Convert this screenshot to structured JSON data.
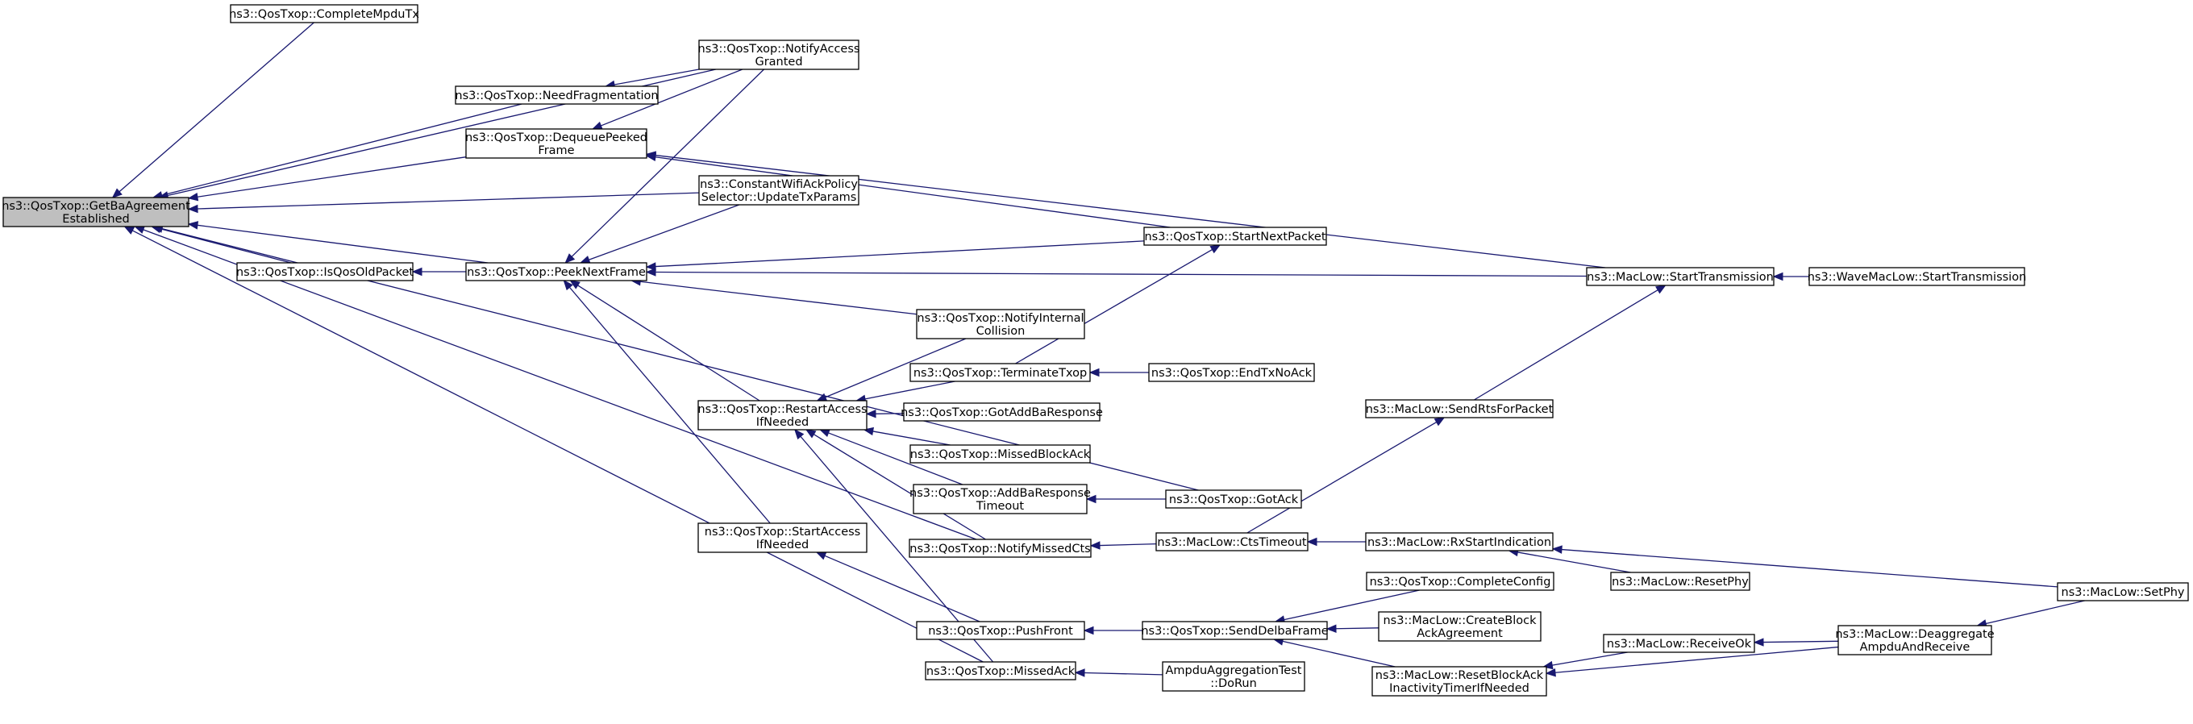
{
  "graph": {
    "title": "",
    "colors": {
      "node_fill": "#ffffff",
      "root_fill": "#bfbfbf",
      "edge": "#191970",
      "text": "#000000"
    },
    "nodes": [
      {
        "id": "getba",
        "lines": [
          "ns3::QosTxop::GetBaAgreement",
          "Established"
        ],
        "root": true
      },
      {
        "id": "completempdutx",
        "lines": [
          "ns3::QosTxop::CompleteMpduTx"
        ]
      },
      {
        "id": "notifyaccess",
        "lines": [
          "ns3::QosTxop::NotifyAccess",
          "Granted"
        ]
      },
      {
        "id": "needfrag",
        "lines": [
          "ns3::QosTxop::NeedFragmentation"
        ]
      },
      {
        "id": "dequeuepeeked",
        "lines": [
          "ns3::QosTxop::DequeuePeeked",
          "Frame"
        ]
      },
      {
        "id": "constantwifi",
        "lines": [
          "ns3::ConstantWifiAckPolicy",
          "Selector::UpdateTxParams"
        ]
      },
      {
        "id": "isqosold",
        "lines": [
          "ns3::QosTxop::IsQosOldPacket"
        ]
      },
      {
        "id": "peeknext",
        "lines": [
          "ns3::QosTxop::PeekNextFrame"
        ]
      },
      {
        "id": "startnextpacket",
        "lines": [
          "ns3::QosTxop::StartNextPacket"
        ]
      },
      {
        "id": "starttransmission",
        "lines": [
          "ns3::MacLow::StartTransmission"
        ]
      },
      {
        "id": "wavestarttx",
        "lines": [
          "ns3::WaveMacLow::StartTransmission"
        ]
      },
      {
        "id": "notifyinternal",
        "lines": [
          "ns3::QosTxop::NotifyInternal",
          "Collision"
        ]
      },
      {
        "id": "terminatetxop",
        "lines": [
          "ns3::QosTxop::TerminateTxop"
        ]
      },
      {
        "id": "endtxnoack",
        "lines": [
          "ns3::QosTxop::EndTxNoAck"
        ]
      },
      {
        "id": "restartaccess",
        "lines": [
          "ns3::QosTxop::RestartAccess",
          "IfNeeded"
        ]
      },
      {
        "id": "gotaddba",
        "lines": [
          "ns3::QosTxop::GotAddBaResponse"
        ]
      },
      {
        "id": "missedblockack",
        "lines": [
          "ns3::QosTxop::MissedBlockAck"
        ]
      },
      {
        "id": "addbatimeout",
        "lines": [
          "ns3::QosTxop::AddBaResponse",
          "Timeout"
        ]
      },
      {
        "id": "sendrts",
        "lines": [
          "ns3::MacLow::SendRtsForPacket"
        ]
      },
      {
        "id": "gotack",
        "lines": [
          "ns3::QosTxop::GotAck"
        ]
      },
      {
        "id": "startaccess",
        "lines": [
          "ns3::QosTxop::StartAccess",
          "IfNeeded"
        ]
      },
      {
        "id": "notifymissedcts",
        "lines": [
          "ns3::QosTxop::NotifyMissedCts"
        ]
      },
      {
        "id": "ctstimeout",
        "lines": [
          "ns3::MacLow::CtsTimeout"
        ]
      },
      {
        "id": "rxstart",
        "lines": [
          "ns3::MacLow::RxStartIndication"
        ]
      },
      {
        "id": "resetphy",
        "lines": [
          "ns3::MacLow::ResetPhy"
        ]
      },
      {
        "id": "setphy",
        "lines": [
          "ns3::MacLow::SetPhy"
        ]
      },
      {
        "id": "completeconfig",
        "lines": [
          "ns3::QosTxop::CompleteConfig"
        ]
      },
      {
        "id": "pushfront",
        "lines": [
          "ns3::QosTxop::PushFront"
        ]
      },
      {
        "id": "senddelba",
        "lines": [
          "ns3::QosTxop::SendDelbaFrame"
        ]
      },
      {
        "id": "createblockack",
        "lines": [
          "ns3::MacLow::CreateBlock",
          "AckAgreement"
        ]
      },
      {
        "id": "receiveok",
        "lines": [
          "ns3::MacLow::ReceiveOk"
        ]
      },
      {
        "id": "deaggregate",
        "lines": [
          "ns3::MacLow::Deaggregate",
          "AmpduAndReceive"
        ]
      },
      {
        "id": "resetblockack",
        "lines": [
          "ns3::MacLow::ResetBlockAck",
          "InactivityTimerIfNeeded"
        ]
      },
      {
        "id": "missedack",
        "lines": [
          "ns3::QosTxop::MissedAck"
        ]
      },
      {
        "id": "ampdutest",
        "lines": [
          "AmpduAggregationTest",
          "::DoRun"
        ]
      }
    ],
    "edges": [
      [
        "completempdutx",
        "getba"
      ],
      [
        "notifyaccess",
        "getba"
      ],
      [
        "needfrag",
        "getba"
      ],
      [
        "dequeuepeeked",
        "getba"
      ],
      [
        "constantwifi",
        "getba"
      ],
      [
        "isqosold",
        "getba"
      ],
      [
        "peeknext",
        "getba"
      ],
      [
        "notifymissedcts",
        "getba"
      ],
      [
        "gotack",
        "getba"
      ],
      [
        "missedack",
        "getba"
      ],
      [
        "notifyaccess",
        "needfrag"
      ],
      [
        "notifyaccess",
        "dequeuepeeked"
      ],
      [
        "starttransmission",
        "dequeuepeeked"
      ],
      [
        "startnextpacket",
        "dequeuepeeked"
      ],
      [
        "peeknext",
        "isqosold"
      ],
      [
        "notifyaccess",
        "peeknext"
      ],
      [
        "constantwifi",
        "peeknext"
      ],
      [
        "startnextpacket",
        "peeknext"
      ],
      [
        "starttransmission",
        "peeknext"
      ],
      [
        "notifyinternal",
        "peeknext"
      ],
      [
        "restartaccess",
        "peeknext"
      ],
      [
        "startaccess",
        "peeknext"
      ],
      [
        "wavestarttx",
        "starttransmission"
      ],
      [
        "terminatetxop",
        "startnextpacket"
      ],
      [
        "endtxnoack",
        "terminatetxop"
      ],
      [
        "sendrts",
        "starttransmission"
      ],
      [
        "notifyinternal",
        "restartaccess"
      ],
      [
        "terminatetxop",
        "restartaccess"
      ],
      [
        "gotaddba",
        "restartaccess"
      ],
      [
        "missedblockack",
        "restartaccess"
      ],
      [
        "addbatimeout",
        "restartaccess"
      ],
      [
        "notifymissedcts",
        "restartaccess"
      ],
      [
        "missedack",
        "restartaccess"
      ],
      [
        "gotack",
        "addbatimeout"
      ],
      [
        "ctstimeout",
        "notifymissedcts"
      ],
      [
        "ctstimeout",
        "sendrts"
      ],
      [
        "rxstart",
        "ctstimeout"
      ],
      [
        "resetphy",
        "rxstart"
      ],
      [
        "setphy",
        "rxstart"
      ],
      [
        "pushfront",
        "startaccess"
      ],
      [
        "senddelba",
        "pushfront"
      ],
      [
        "completeconfig",
        "senddelba"
      ],
      [
        "createblockack",
        "senddelba"
      ],
      [
        "resetblockack",
        "senddelba"
      ],
      [
        "receiveok",
        "resetblockack"
      ],
      [
        "deaggregate",
        "resetblockack"
      ],
      [
        "deaggregate",
        "receiveok"
      ],
      [
        "setphy",
        "deaggregate"
      ],
      [
        "ampdutest",
        "missedack"
      ]
    ]
  }
}
